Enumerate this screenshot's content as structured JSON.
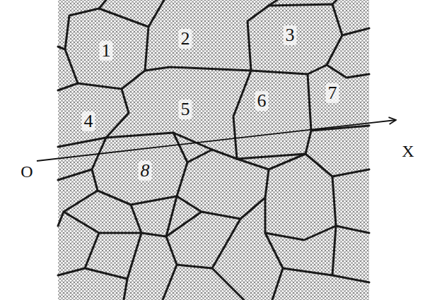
{
  "diagram": {
    "labels": [
      "1",
      "2",
      "3",
      "4",
      "5",
      "6",
      "7",
      "8",
      "O",
      "X"
    ]
  }
}
